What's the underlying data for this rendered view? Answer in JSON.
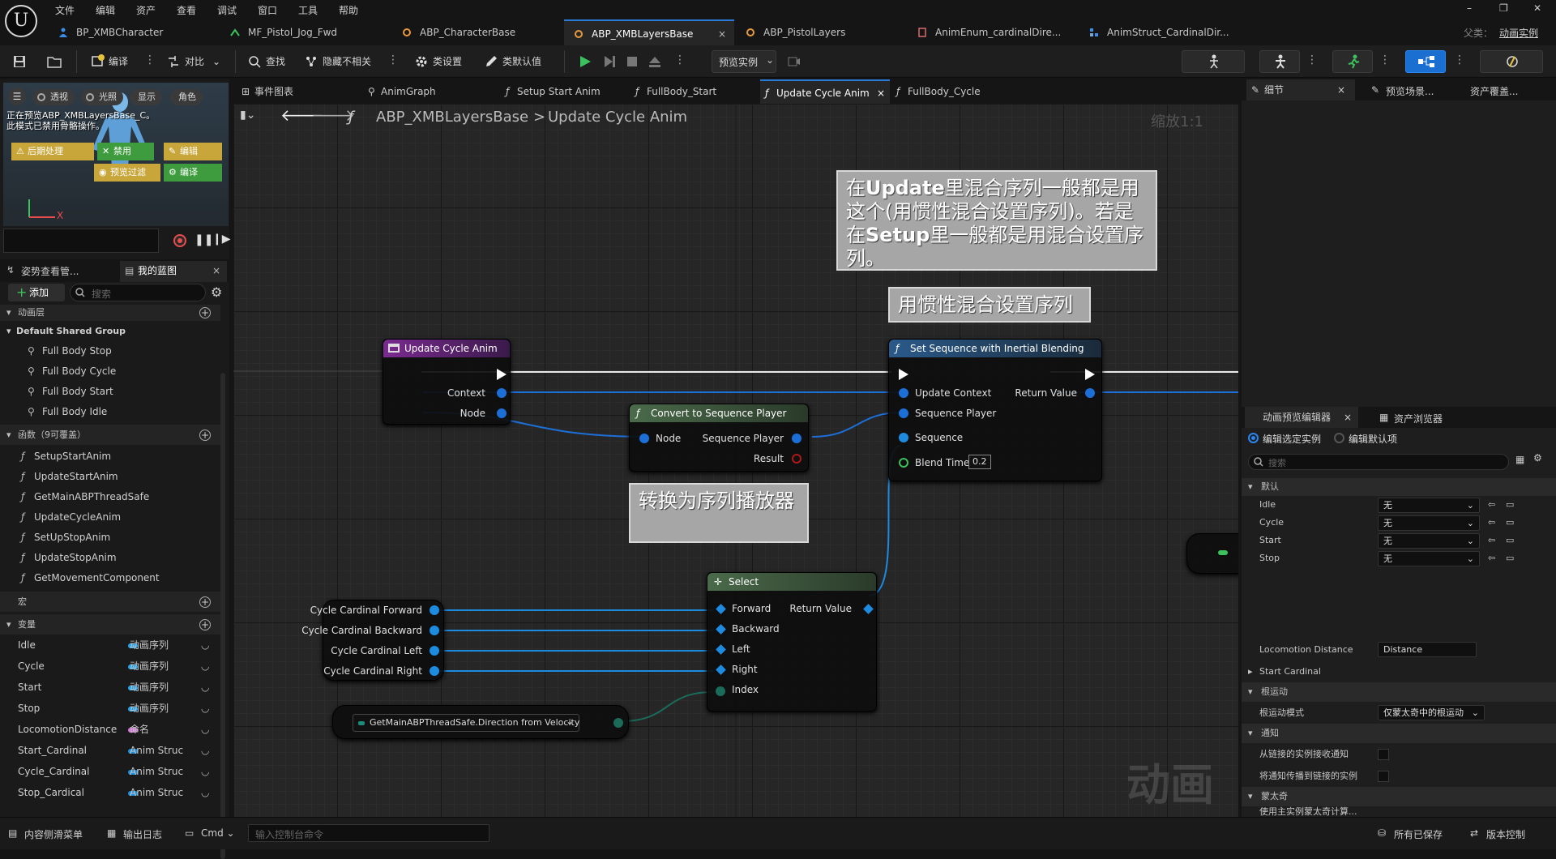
{
  "menu": {
    "items": [
      "文件",
      "编辑",
      "资产",
      "查看",
      "调试",
      "窗口",
      "工具",
      "帮助"
    ],
    "window_controls": [
      "–",
      "❐",
      "✕"
    ]
  },
  "tabs": [
    {
      "label": "BP_XMBCharacter"
    },
    {
      "label": "MF_Pistol_Jog_Fwd"
    },
    {
      "label": "ABP_CharacterBase"
    },
    {
      "label": "ABP_XMBLayersBase",
      "close": "×"
    },
    {
      "label": "ABP_PistolLayers"
    },
    {
      "label": "AnimEnum_cardinalDire..."
    },
    {
      "label": "AnimStruct_CardinalDir..."
    }
  ],
  "parent": {
    "label": "父类：",
    "value": "动画实例"
  },
  "toolbar": {
    "compile": "编译",
    "diff": "对比",
    "find": "查找",
    "hide_unrelated": "隐藏不相关",
    "class_settings": "类设置",
    "class_defaults": "类默认值",
    "preview_instance": "预览实例"
  },
  "viewport": {
    "perspective": "透视",
    "lit": "光照",
    "show": "显示",
    "character": "角色",
    "overlay": "正在预览ABP_XMBLayersBase_C。\n此模式已禁用骨骼操作。",
    "postprocess": "后期处理",
    "disable": "禁用",
    "edit": "编辑",
    "preview_filter": "预览过滤",
    "compile": "编译"
  },
  "left_tabs": {
    "pose_watch": "姿势查看管...",
    "my_blueprint": "我的蓝图",
    "close": "×"
  },
  "left_search": {
    "add": "添加",
    "placeholder": "搜索"
  },
  "anim_layers": {
    "title": "动画层",
    "group": "Default Shared Group",
    "items": [
      "Full Body Stop",
      "Full Body Cycle",
      "Full Body Start",
      "Full Body Idle"
    ]
  },
  "functions": {
    "title": "函数（9可覆盖）",
    "items": [
      "SetupStartAnim",
      "UpdateStartAnim",
      "GetMainABPThreadSafe",
      "UpdateCycleAnim",
      "SetUpStopAnim",
      "UpdateStopAnim",
      "GetMovementComponent"
    ]
  },
  "macros": {
    "title": "宏"
  },
  "variables": {
    "title": "变量",
    "items": [
      {
        "name": "Idle",
        "type": "动画序列",
        "color": "#2ba3e6"
      },
      {
        "name": "Cycle",
        "type": "动画序列",
        "color": "#2ba3e6"
      },
      {
        "name": "Start",
        "type": "动画序列",
        "color": "#2ba3e6"
      },
      {
        "name": "Stop",
        "type": "动画序列",
        "color": "#2ba3e6"
      },
      {
        "name": "LocomotionDistance",
        "type": "命名",
        "color": "#d37ad8"
      },
      {
        "name": "Start_Cardinal",
        "type": "Anim Struc",
        "color": "#1f8ed8"
      },
      {
        "name": "Cycle_Cardinal",
        "type": "Anim Struc",
        "color": "#1f8ed8"
      },
      {
        "name": "Stop_Cardical",
        "type": "Anim Struc",
        "color": "#1f8ed8"
      }
    ]
  },
  "graph_tabs": [
    {
      "label": "事件图表"
    },
    {
      "label": "AnimGraph"
    },
    {
      "label": "Setup Start Anim"
    },
    {
      "label": "FullBody_Start"
    },
    {
      "label": "Update Cycle Anim",
      "close": "×"
    },
    {
      "label": "FullBody_Cycle"
    }
  ],
  "breadcrumb": {
    "root": "ABP_XMBLayersBase",
    "sep": ">",
    "current": "Update Cycle Anim",
    "zoom": "缩放1:1"
  },
  "watermark": "动画",
  "nodes": {
    "entry": {
      "title": "Update Cycle Anim",
      "context": "Context",
      "node": "Node"
    },
    "convert": {
      "title": "Convert to Sequence Player",
      "node": "Node",
      "seq": "Sequence Player",
      "result": "Result"
    },
    "setseq": {
      "title": "Set Sequence with Inertial Blending",
      "ctx": "Update Context",
      "ret": "Return Value",
      "seq": "Sequence",
      "blend": "Blend Time",
      "blend_val": "0.2"
    },
    "select": {
      "title": "Select",
      "forward": "Forward",
      "backward": "Backward",
      "left": "Left",
      "right": "Right",
      "index": "Index",
      "ret": "Return Value"
    },
    "vars": [
      "Cycle Cardinal Forward",
      "Cycle Cardinal Backward",
      "Cycle Cardinal Left",
      "Cycle Cardinal Right"
    ],
    "getter": "GetMainABPThreadSafe.Direction from Velocity"
  },
  "comments": {
    "c1": "在Update里混合序列一般都是用这个(用惯性混合设置序列)。若是在Setup里一般都是用混合设置序列。",
    "c2": "用惯性混合设置序列",
    "c3": "转换为序列播放器"
  },
  "right": {
    "details": "细节",
    "preview_scene": "预览场景...",
    "asset_override": "资产覆盖...",
    "close": "×",
    "anim_preview": "动画预览编辑器",
    "asset_browser": "资产浏览器",
    "edit_selected": "编辑选定实例",
    "edit_default": "编辑默认项",
    "search": "搜索",
    "cat_default": "默认",
    "props": [
      {
        "name": "Idle",
        "value": "无"
      },
      {
        "name": "Cycle",
        "value": "无"
      },
      {
        "name": "Start",
        "value": "无"
      },
      {
        "name": "Stop",
        "value": "无"
      }
    ],
    "locomotion": {
      "name": "Locomotion Distance",
      "value": "Distance"
    },
    "start_cardinal": "Start Cardinal",
    "cat_root": "根运动",
    "root_mode": {
      "name": "根运动模式",
      "value": "仅蒙太奇中的根运动"
    },
    "cat_notify": "通知",
    "notify1": "从链接的实例接收通知",
    "notify2": "将通知传播到链接的实例",
    "cat_montage": "蒙太奇",
    "montage1": "使用主实例蒙太奇计算..."
  },
  "status": {
    "drawer": "内容侧滑菜单",
    "output": "输出日志",
    "cmd": "Cmd",
    "cmd_placeholder": "输入控制台命令",
    "saved": "所有已保存",
    "version": "版本控制"
  }
}
